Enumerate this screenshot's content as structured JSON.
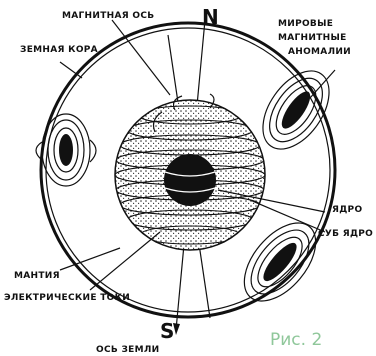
{
  "labels": {
    "magnetic_axis": "МАГНИТНАЯ ОСЬ",
    "north": "N",
    "south": "S",
    "earth_crust": "ЗЕМНАЯ КОРА",
    "anomalies_line1": "МИРОВЫЕ",
    "anomalies_line2": "МАГНИТНЫЕ",
    "anomalies_line3": "АНОМАЛИИ",
    "core": "ЯДРО",
    "subcore": "СУБ ЯДРО",
    "mantle": "МАНТИЯ",
    "electric_currents": "ЭЛЕКТРИЧЕСКИЕ ТОКИ",
    "earth_axis": "ОСЬ ЗЕМЛИ",
    "figure_caption": "Рис. 2"
  }
}
